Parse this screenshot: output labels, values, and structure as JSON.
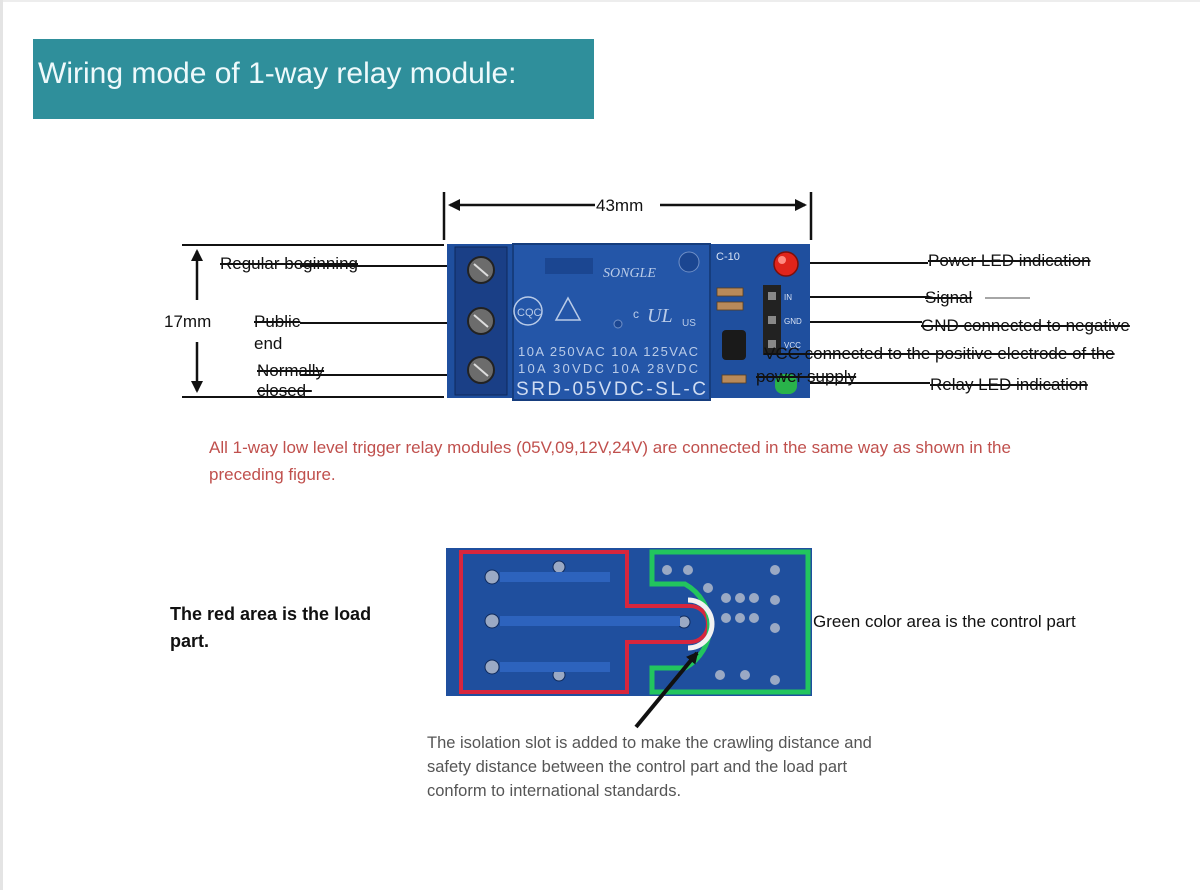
{
  "title": "Wiring mode of 1-way relay module:",
  "dimension_width": "43mm",
  "dimension_height": "17mm",
  "left_labels": {
    "regular": "Regular beginning",
    "public_line1": "Public",
    "public_line2": "end",
    "normally_line1": "Normally",
    "normally_line2": "closed-"
  },
  "right_labels": {
    "power_led": "Power LED indication",
    "signal": "Signal",
    "gnd": "GND connected to negative",
    "vcc_line1": "VCC connected to the positive electrode of the",
    "vcc_line2": "power supply",
    "relay_led": "Relay LED indication"
  },
  "relay_marking": {
    "brand": "SONGLE",
    "rating1": "10A 250VAC  10A 125VAC",
    "rating2": "10A  30VDC  10A  28VDC",
    "model": "SRD-05VDC-SL-C",
    "cqc": "CQC",
    "ul": "UL",
    "us": "US",
    "c": "c",
    "board_id": "C-10",
    "pin_in": "IN",
    "pin_gnd": "GND",
    "pin_vcc": "VCC"
  },
  "note_trigger": "All 1-way low level trigger relay modules (05V,09,12V,24V) are connected in the same way as shown in the preceding figure.",
  "load_label": "The red area is the load part.",
  "control_label": "Green color area is the control part",
  "isolation_note": "The isolation slot is added to make the crawling distance and safety distance between the control part and the load part conform to international standards.",
  "colors": {
    "banner": "#2f8f9b",
    "pcb_blue": "#1f4f9e",
    "relay_blue": "#2456a8",
    "load_red": "#d7263d",
    "control_green": "#22c55e",
    "note_red": "#c0504d"
  }
}
